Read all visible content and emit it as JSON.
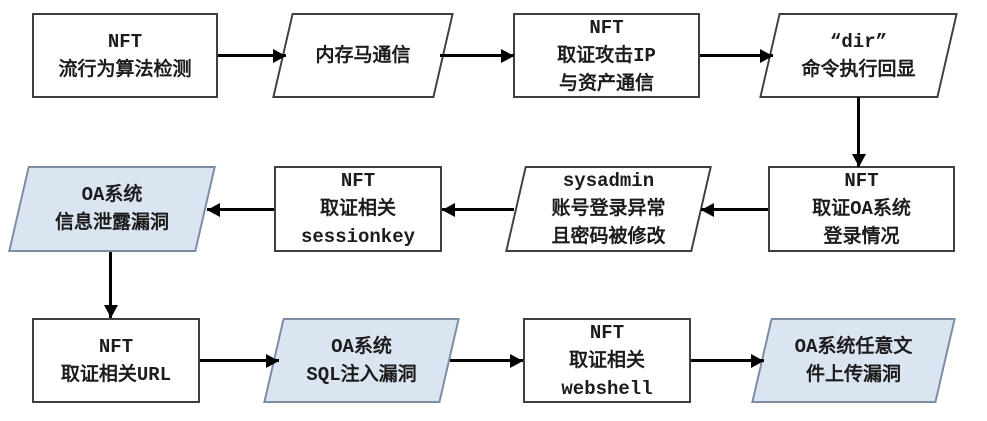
{
  "diagram": {
    "title": "NFT forensic analysis flowchart",
    "colors": {
      "background": "#ffffff",
      "box_fill": "#ffffff",
      "box_border": "#3f3f3f",
      "highlight_fill": "#dbe5f1",
      "highlight_border": "#7c8da3",
      "arrow": "#000000",
      "text": "#1c1c1c"
    },
    "nodes": [
      {
        "id": "n1",
        "shape": "rect",
        "lines": [
          "NFT",
          "流行为算法检测"
        ]
      },
      {
        "id": "n2",
        "shape": "parallelogram",
        "lines": [
          "内存马通信"
        ]
      },
      {
        "id": "n3",
        "shape": "rect",
        "lines": [
          "NFT",
          "取证攻击IP",
          "与资产通信"
        ]
      },
      {
        "id": "n4",
        "shape": "parallelogram",
        "lines": [
          "“dir”",
          "命令执行回显"
        ]
      },
      {
        "id": "n5",
        "shape": "rect",
        "lines": [
          "NFT",
          "取证OA系统",
          "登录情况"
        ]
      },
      {
        "id": "n6",
        "shape": "parallelogram",
        "lines": [
          "sysadmin",
          "账号登录异常",
          "且密码被修改"
        ]
      },
      {
        "id": "n7",
        "shape": "rect",
        "lines": [
          "NFT",
          "取证相关",
          "sessionkey"
        ]
      },
      {
        "id": "n8",
        "shape": "parallelogram-highlight",
        "lines": [
          "OA系统",
          "信息泄露漏洞"
        ]
      },
      {
        "id": "n9",
        "shape": "rect",
        "lines": [
          "NFT",
          "取证相关URL"
        ]
      },
      {
        "id": "n10",
        "shape": "parallelogram-highlight",
        "lines": [
          "OA系统",
          "SQL注入漏洞"
        ]
      },
      {
        "id": "n11",
        "shape": "rect",
        "lines": [
          "NFT",
          "取证相关",
          "webshell"
        ]
      },
      {
        "id": "n12",
        "shape": "parallelogram-highlight",
        "lines": [
          "OA系统任意文",
          "件上传漏洞"
        ]
      }
    ],
    "edges": [
      {
        "from": "n1",
        "to": "n2",
        "direction": "right"
      },
      {
        "from": "n2",
        "to": "n3",
        "direction": "right"
      },
      {
        "from": "n3",
        "to": "n4",
        "direction": "right"
      },
      {
        "from": "n4",
        "to": "n5",
        "direction": "down"
      },
      {
        "from": "n5",
        "to": "n6",
        "direction": "left"
      },
      {
        "from": "n6",
        "to": "n7",
        "direction": "left"
      },
      {
        "from": "n7",
        "to": "n8",
        "direction": "left"
      },
      {
        "from": "n8",
        "to": "n9",
        "direction": "down"
      },
      {
        "from": "n9",
        "to": "n10",
        "direction": "right"
      },
      {
        "from": "n10",
        "to": "n11",
        "direction": "right"
      },
      {
        "from": "n11",
        "to": "n12",
        "direction": "right"
      }
    ]
  }
}
